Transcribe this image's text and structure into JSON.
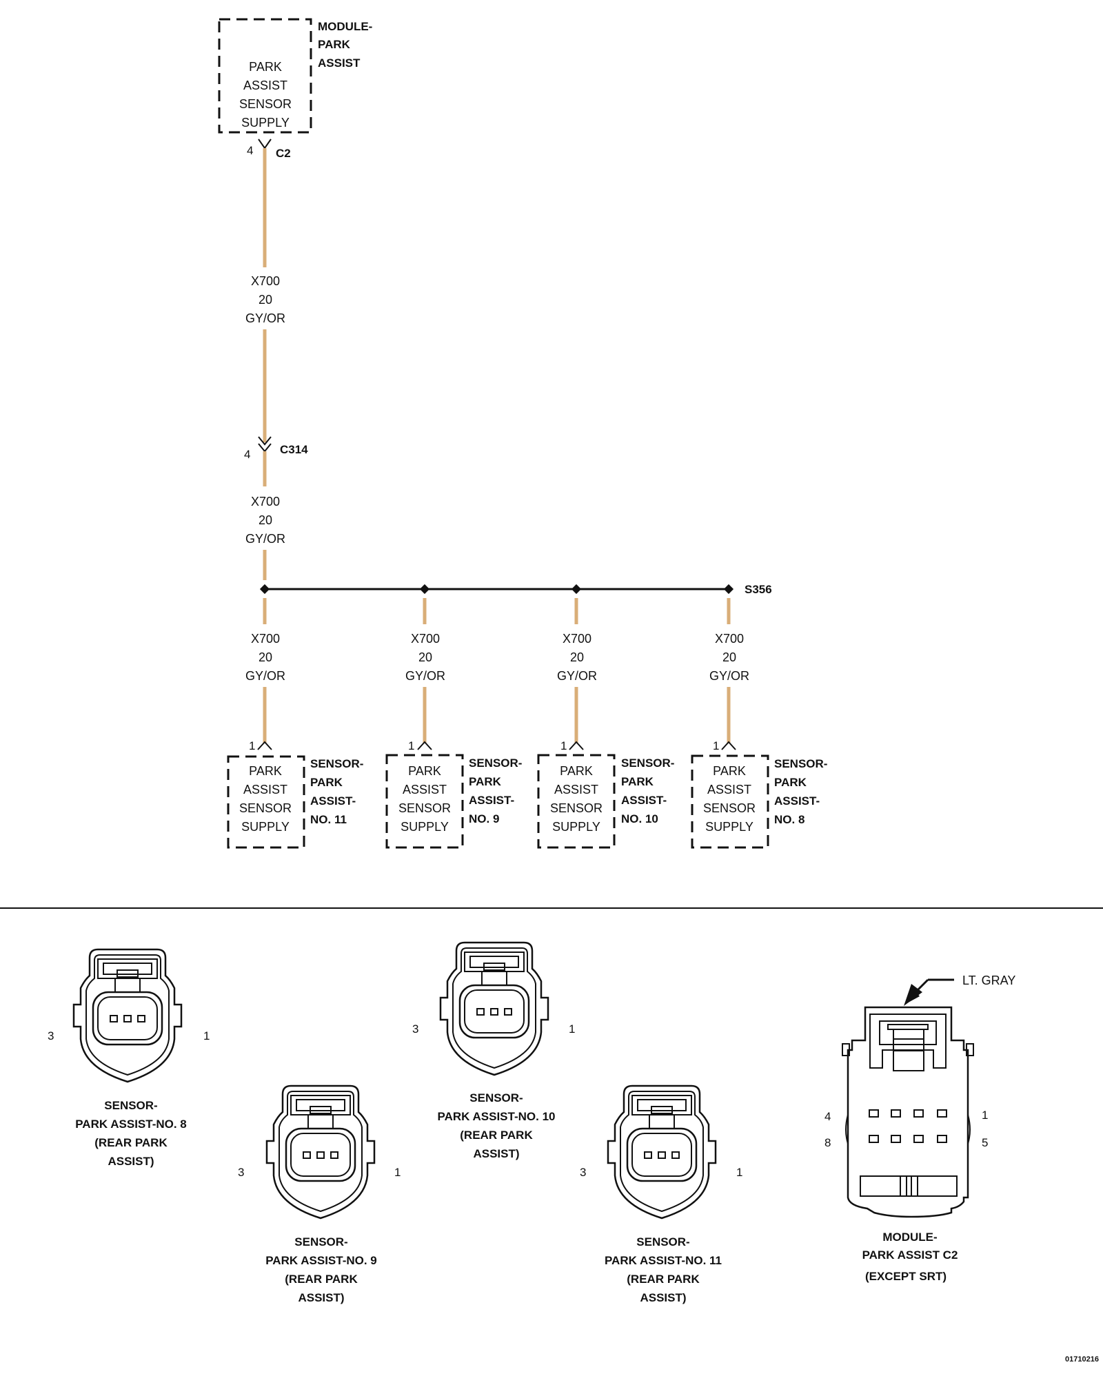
{
  "module": {
    "title_lines": [
      "MODULE-",
      "PARK",
      "ASSIST"
    ],
    "func_lines": [
      "PARK",
      "ASSIST",
      "SENSOR",
      "SUPPLY"
    ],
    "pin": "4",
    "connector": "C2"
  },
  "wire_upper": {
    "circuit": "X700",
    "gauge": "20",
    "color": "GY/OR"
  },
  "inline": {
    "pin": "4",
    "connector": "C314"
  },
  "wire_mid": {
    "circuit": "X700",
    "gauge": "20",
    "color": "GY/OR"
  },
  "splice": "S356",
  "sensors": [
    {
      "pin": "1",
      "wire": {
        "circuit": "X700",
        "gauge": "20",
        "color": "GY/OR"
      },
      "func_lines": [
        "PARK",
        "ASSIST",
        "SENSOR",
        "SUPPLY"
      ],
      "title_lines": [
        "SENSOR-",
        "PARK",
        "ASSIST-",
        "NO. 11"
      ]
    },
    {
      "pin": "1",
      "wire": {
        "circuit": "X700",
        "gauge": "20",
        "color": "GY/OR"
      },
      "func_lines": [
        "PARK",
        "ASSIST",
        "SENSOR",
        "SUPPLY"
      ],
      "title_lines": [
        "SENSOR-",
        "PARK",
        "ASSIST-",
        "NO. 9"
      ]
    },
    {
      "pin": "1",
      "wire": {
        "circuit": "X700",
        "gauge": "20",
        "color": "GY/OR"
      },
      "func_lines": [
        "PARK",
        "ASSIST",
        "SENSOR",
        "SUPPLY"
      ],
      "title_lines": [
        "SENSOR-",
        "PARK",
        "ASSIST-",
        "NO. 10"
      ]
    },
    {
      "pin": "1",
      "wire": {
        "circuit": "X700",
        "gauge": "20",
        "color": "GY/OR"
      },
      "func_lines": [
        "PARK",
        "ASSIST",
        "SENSOR",
        "SUPPLY"
      ],
      "title_lines": [
        "SENSOR-",
        "PARK",
        "ASSIST-",
        "NO. 8"
      ]
    }
  ],
  "connector_views": [
    {
      "pin_left": "3",
      "pin_right": "1",
      "caption_lines": [
        "SENSOR-",
        "PARK ASSIST-NO. 8",
        "(REAR PARK",
        "ASSIST)"
      ]
    },
    {
      "pin_left": "3",
      "pin_right": "1",
      "caption_lines": [
        "SENSOR-",
        "PARK ASSIST-NO. 9",
        "(REAR PARK",
        "ASSIST)"
      ]
    },
    {
      "pin_left": "3",
      "pin_right": "1",
      "caption_lines": [
        "SENSOR-",
        "PARK ASSIST-NO. 10",
        "(REAR PARK",
        "ASSIST)"
      ]
    },
    {
      "pin_left": "3",
      "pin_right": "1",
      "caption_lines": [
        "SENSOR-",
        "PARK ASSIST-NO. 11",
        "(REAR PARK",
        "ASSIST)"
      ]
    }
  ],
  "module_connector": {
    "color_callout": "LT. GRAY",
    "pin_top_left": "4",
    "pin_top_right": "1",
    "pin_bottom_left": "8",
    "pin_bottom_right": "5",
    "caption_lines": [
      "MODULE-",
      "PARK ASSIST C2",
      "(EXCEPT SRT)"
    ]
  },
  "figure_id": "01710216"
}
